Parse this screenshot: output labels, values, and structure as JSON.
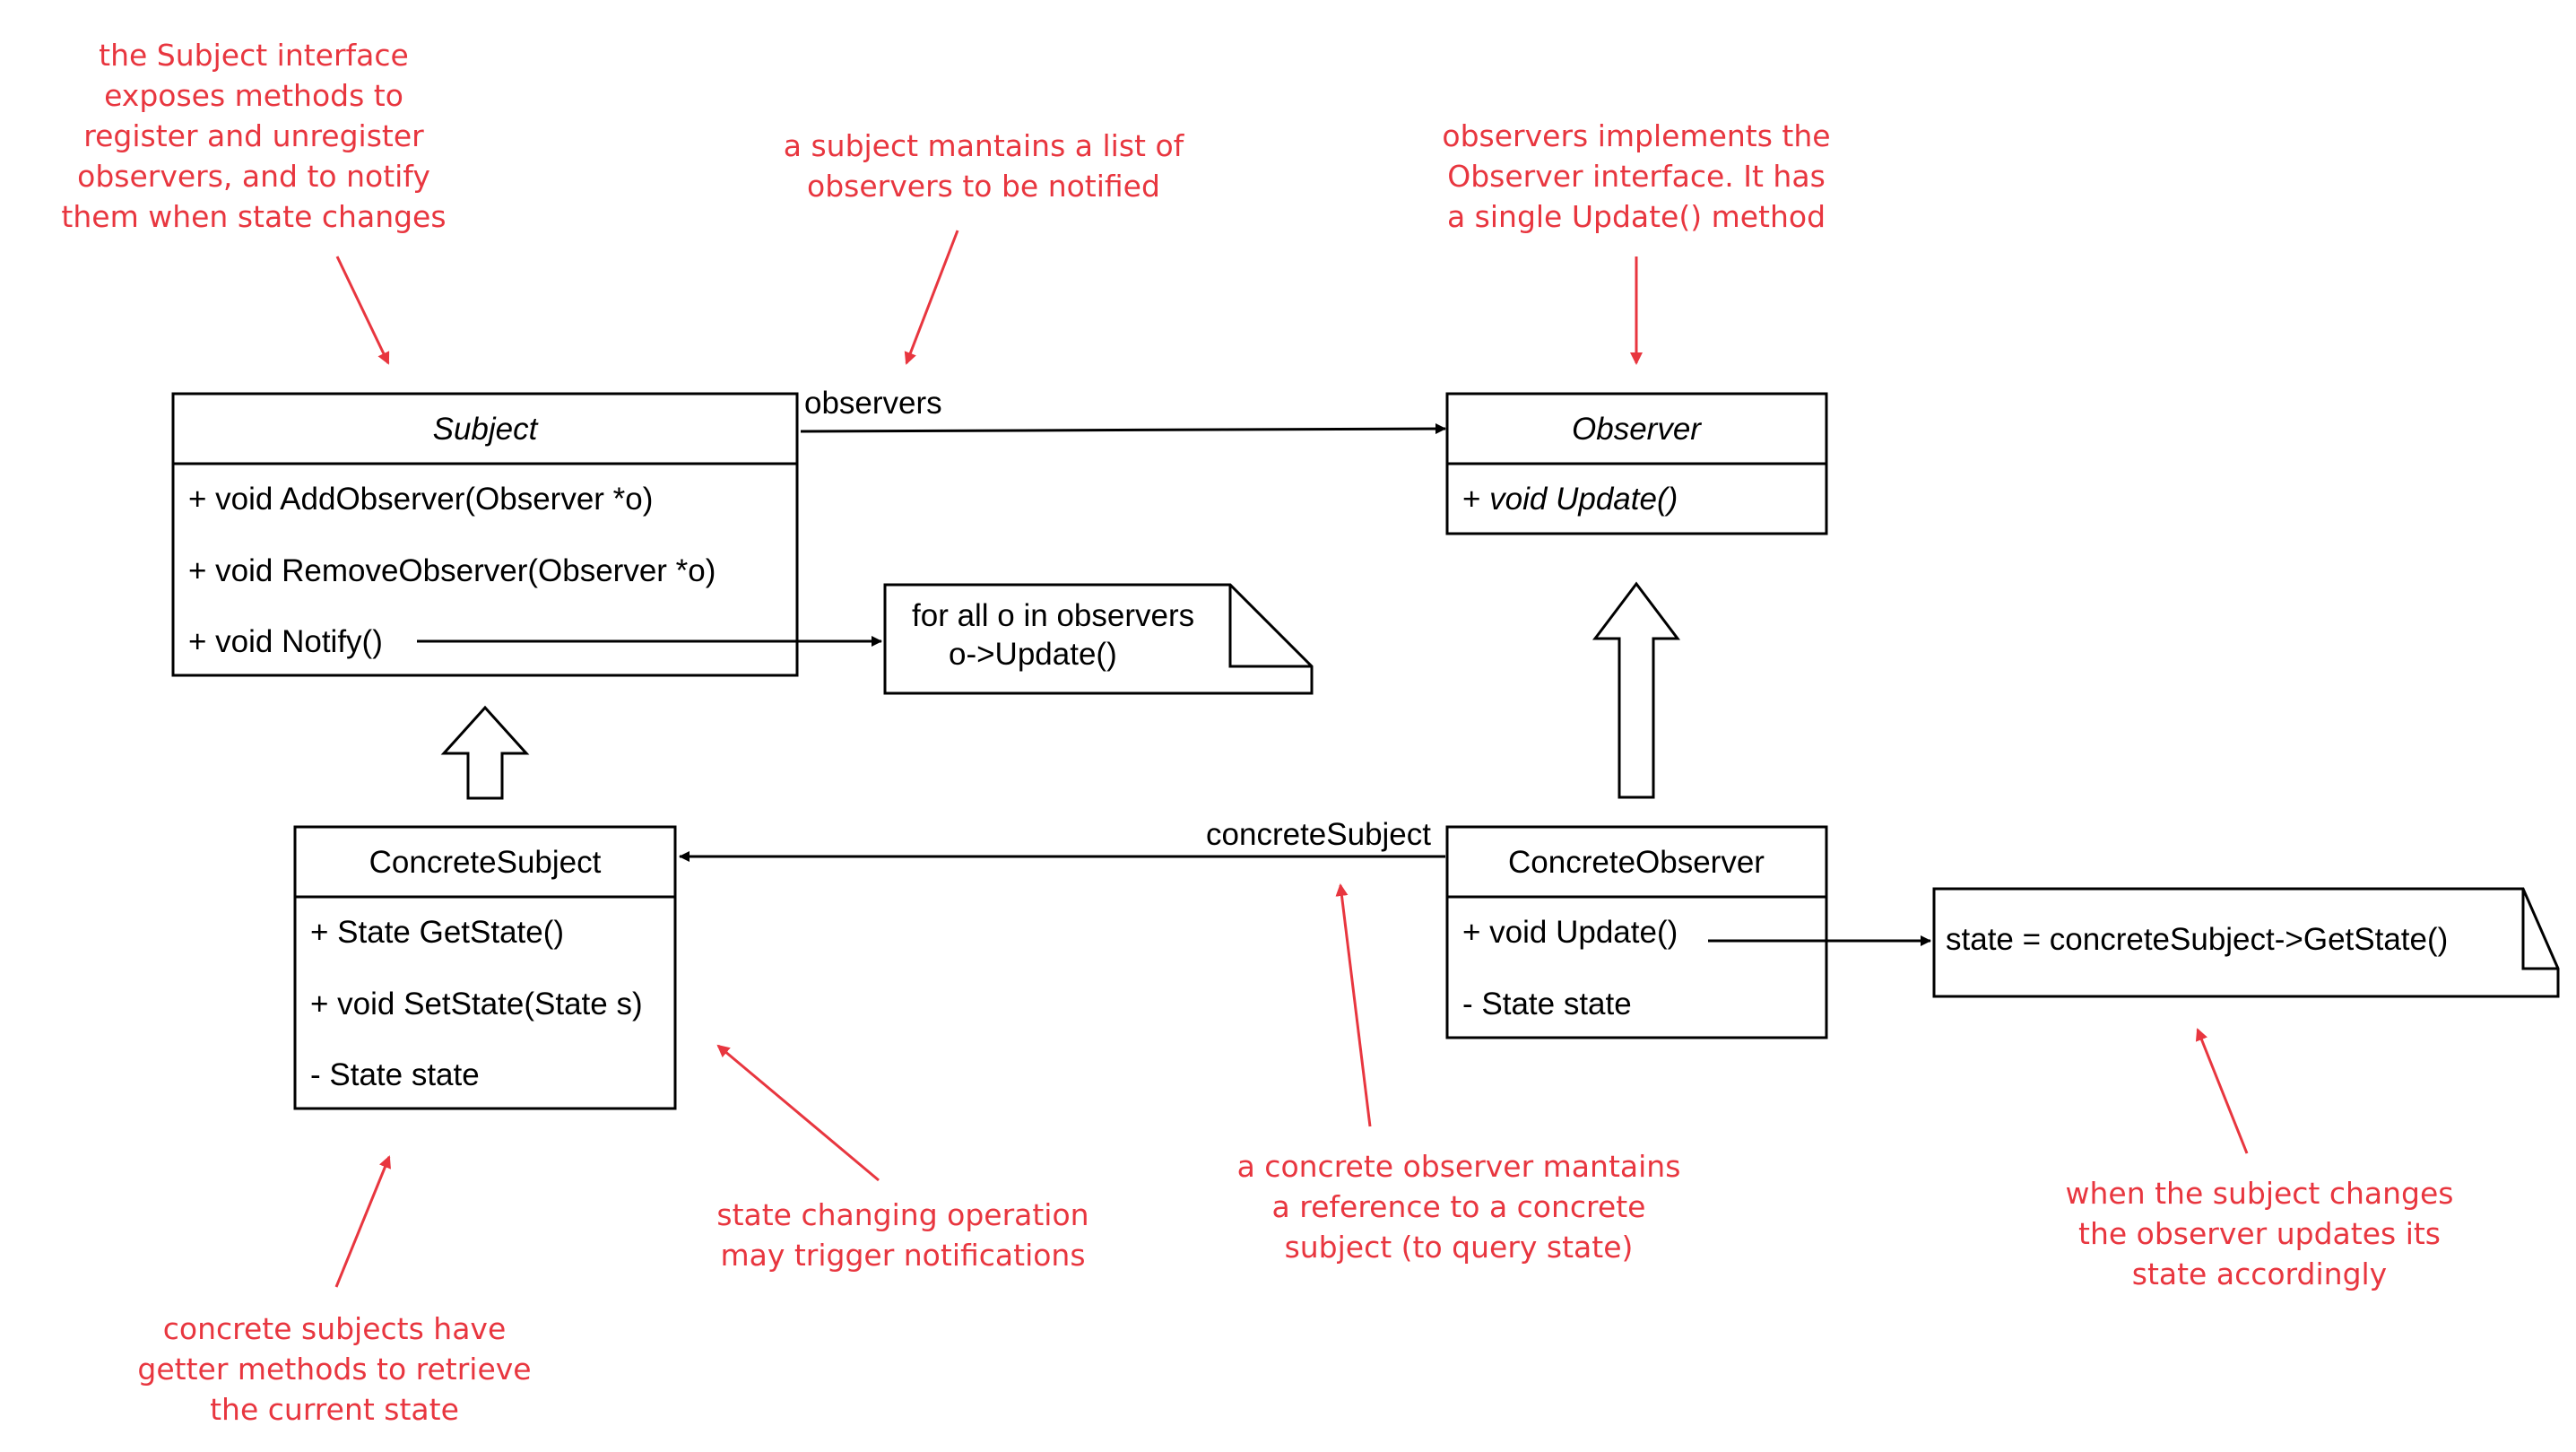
{
  "colors": {
    "annotation": "#e8363f",
    "line": "#000000",
    "background": "#ffffff"
  },
  "classes": {
    "subject": {
      "name": "Subject",
      "members": [
        "+ void AddObserver(Observer *o)",
        "+ void RemoveObserver(Observer *o)",
        "+ void Notify()"
      ]
    },
    "observer": {
      "name": "Observer",
      "members": [
        "+ void Update()"
      ]
    },
    "concrete_subject": {
      "name": "ConcreteSubject",
      "members": [
        "+ State GetState()",
        "+ void SetState(State s)",
        "- State state"
      ]
    },
    "concrete_observer": {
      "name": "ConcreteObserver",
      "members": [
        "+ void Update()",
        "- State state"
      ]
    }
  },
  "associations": {
    "observers_label": "observers",
    "concrete_subject_label": "concreteSubject"
  },
  "notes": {
    "notify_note": [
      "for all o in observers",
      "o->Update()"
    ],
    "update_note": [
      "state = concreteSubject->GetState()"
    ]
  },
  "annotations": {
    "subject_interface": [
      "the Subject interface",
      "exposes methods to",
      "register and unregister",
      "observers, and to notify",
      "them when state changes"
    ],
    "subject_list": [
      "a subject mantains a list of",
      "observers to be notified"
    ],
    "observer_interface": [
      "observers implements the",
      "Observer interface. It has",
      "a single Update() method"
    ],
    "getter": [
      "concrete subjects have",
      "getter methods to retrieve",
      "the current state"
    ],
    "state_change": [
      "state changing operation",
      "may trigger notifications"
    ],
    "reference": [
      "a concrete observer mantains",
      "a reference to a concrete",
      "subject (to query state)"
    ],
    "update_state": [
      "when the subject changes",
      "the observer updates its",
      "state accordingly"
    ]
  }
}
